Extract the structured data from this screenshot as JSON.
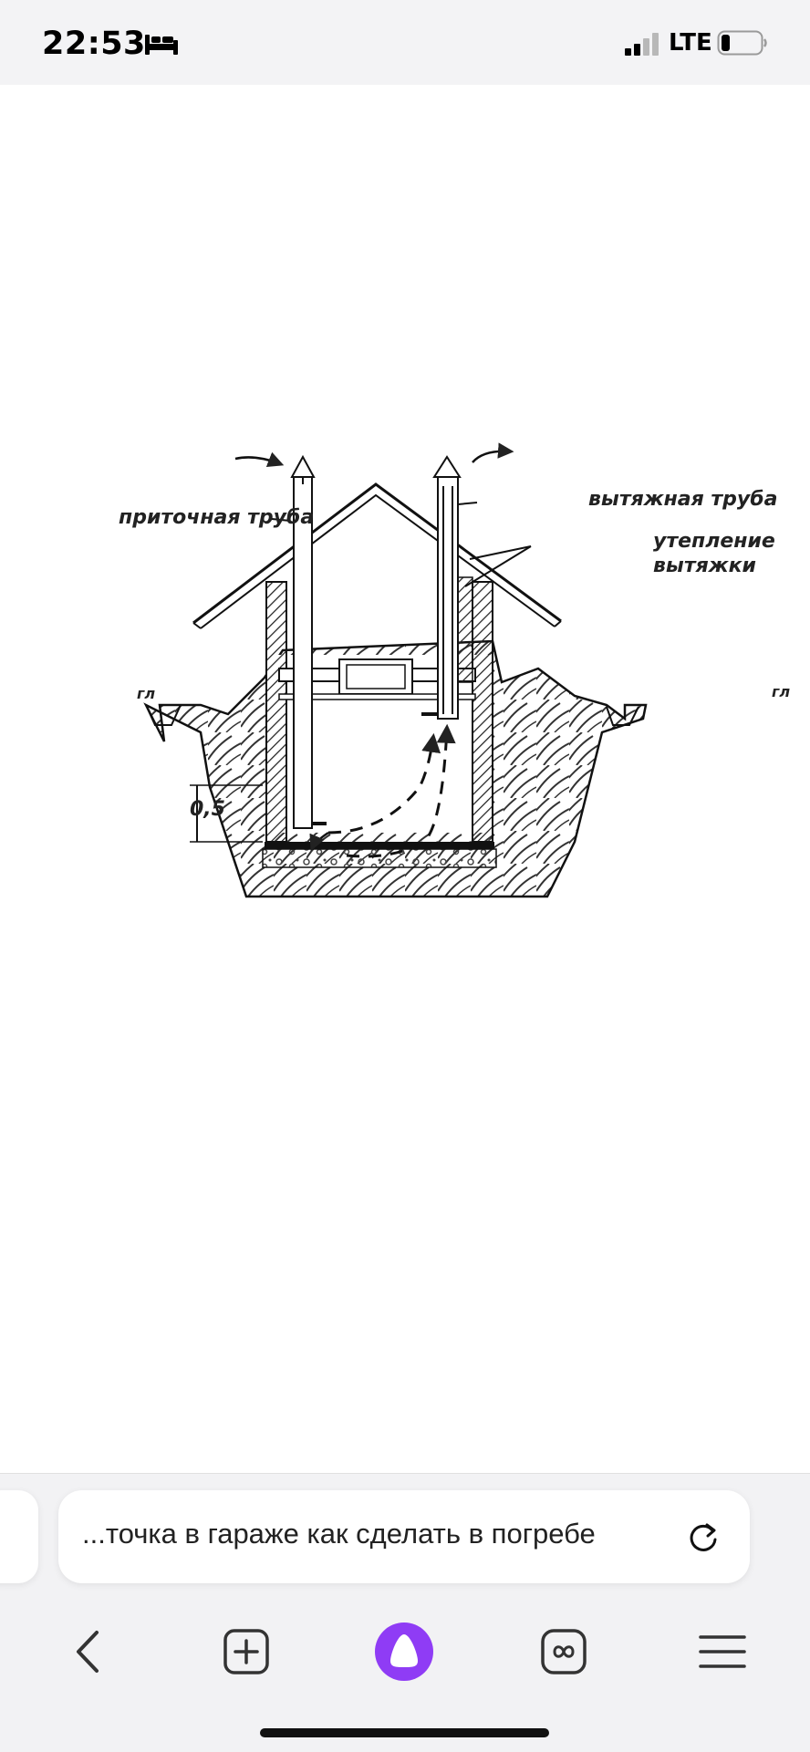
{
  "status_bar": {
    "time": "22:53",
    "network": "LTE",
    "icons": [
      "bed-icon",
      "signal-icon",
      "battery-icon"
    ]
  },
  "diagram": {
    "labels": {
      "supply_pipe": "приточная труба",
      "exhaust_pipe": "вытяжная труба",
      "insulation_line1": "утепление",
      "insulation_line2": "вытяжки",
      "ground_left": "гл",
      "ground_right": "гл",
      "dimension": "0,5"
    }
  },
  "address_bar": {
    "text": "...точка в гараже как сделать в погребе",
    "reload_icon": "reload-icon"
  },
  "toolbar": {
    "items": [
      "back-icon",
      "new-tab-icon",
      "assistant-icon",
      "tabs-icon",
      "menu-icon"
    ],
    "accent": "#8f3cf5"
  }
}
